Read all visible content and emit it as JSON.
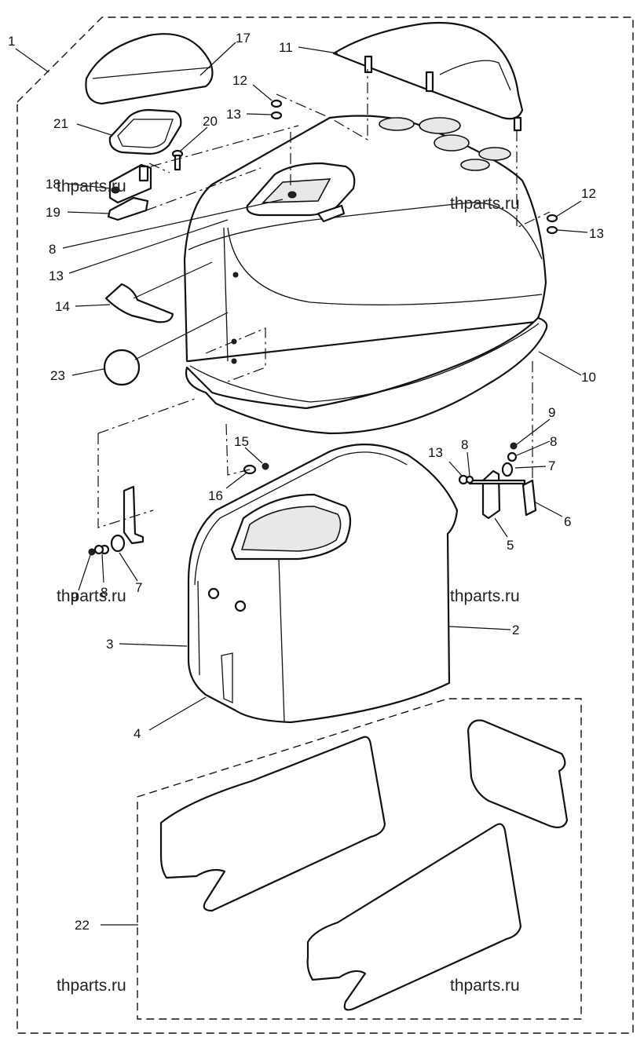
{
  "callouts": [
    {
      "id": "c1",
      "label": "1"
    },
    {
      "id": "c17",
      "label": "17"
    },
    {
      "id": "c11",
      "label": "11"
    },
    {
      "id": "c12a",
      "label": "12"
    },
    {
      "id": "c13a",
      "label": "13"
    },
    {
      "id": "c21",
      "label": "21"
    },
    {
      "id": "c20",
      "label": "20"
    },
    {
      "id": "c18",
      "label": "18"
    },
    {
      "id": "c19",
      "label": "19"
    },
    {
      "id": "c8a",
      "label": "8"
    },
    {
      "id": "c13b",
      "label": "13"
    },
    {
      "id": "c12b",
      "label": "12"
    },
    {
      "id": "c13c",
      "label": "13"
    },
    {
      "id": "c14",
      "label": "14"
    },
    {
      "id": "c23",
      "label": "23"
    },
    {
      "id": "c10",
      "label": "10"
    },
    {
      "id": "c9a",
      "label": "9"
    },
    {
      "id": "c8b",
      "label": "8"
    },
    {
      "id": "c7a",
      "label": "7"
    },
    {
      "id": "c13d",
      "label": "13"
    },
    {
      "id": "c8c",
      "label": "8"
    },
    {
      "id": "c6",
      "label": "6"
    },
    {
      "id": "c5",
      "label": "5"
    },
    {
      "id": "c15",
      "label": "15"
    },
    {
      "id": "c16",
      "label": "16"
    },
    {
      "id": "c9b",
      "label": "9"
    },
    {
      "id": "c8d",
      "label": "8"
    },
    {
      "id": "c7b",
      "label": "7"
    },
    {
      "id": "c2",
      "label": "2"
    },
    {
      "id": "c3",
      "label": "3"
    },
    {
      "id": "c4",
      "label": "4"
    },
    {
      "id": "c22",
      "label": "22"
    }
  ],
  "watermarks": [
    "thparts.ru",
    "thparts.ru",
    "thparts.ru",
    "thparts.ru",
    "thparts.ru"
  ]
}
